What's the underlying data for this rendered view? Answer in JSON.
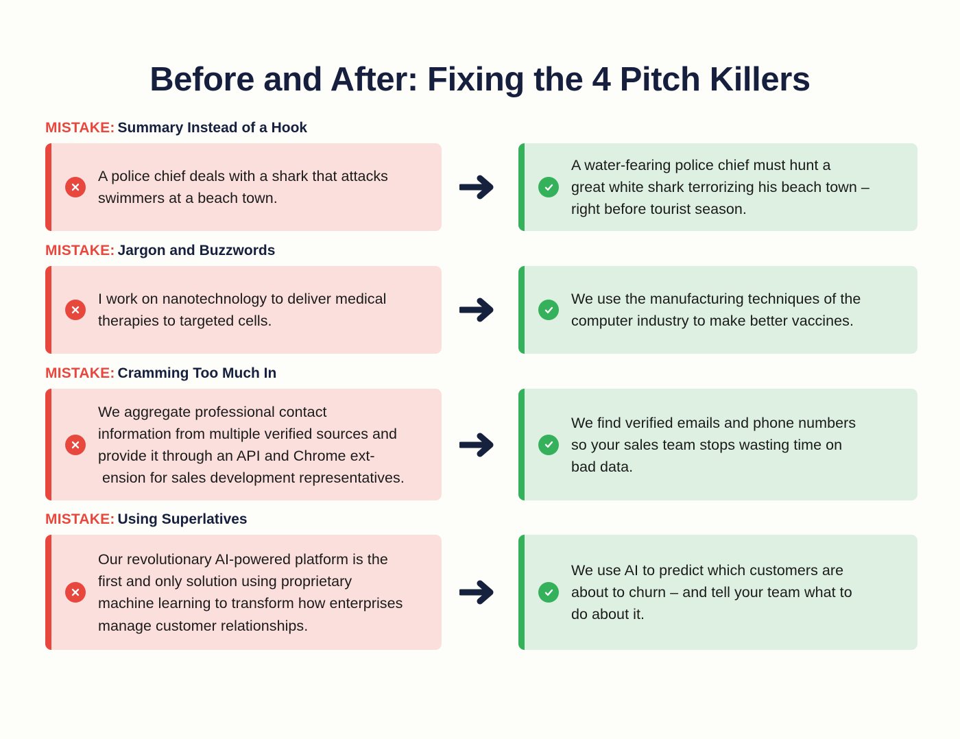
{
  "title": "Before and After: Fixing the 4 Pitch Killers",
  "colors": {
    "background": "#fdfdfa",
    "title_text": "#161f3d",
    "mistake_red": "#e8473e",
    "before_card_bg": "#fbdfdd",
    "before_bar": "#e8473e",
    "after_card_bg": "#ddf0e1",
    "after_bar": "#35b05b",
    "arrow": "#16213e",
    "body_text": "#1a1a1a"
  },
  "labels": {
    "mistake_prefix": "MISTAKE:",
    "x_icon": "circle-x-icon",
    "check_icon": "circle-check-icon",
    "arrow_icon": "arrow-right-icon"
  },
  "rows": [
    {
      "topic": "Summary Instead of a Hook",
      "before": {
        "text": "A police chief deals with a shark that attacks swimmers at a beach town.",
        "lines": [
          "A police chief deals with a shark that attacks",
          "swimmers at a beach town."
        ]
      },
      "after": {
        "text": "A water-fearing police chief must hunt a great white shark terrorizing his beach town – right before tourist season.",
        "lines": [
          "A water-fearing police chief must hunt a",
          "great white shark terrorizing his beach town –",
          "right before tourist season."
        ]
      }
    },
    {
      "topic": "Jargon and Buzzwords",
      "before": {
        "text": "I work on nanotechnology to deliver medical therapies to targeted cells.",
        "lines": [
          "I work on nanotechnology to deliver medical",
          "therapies to targeted cells."
        ]
      },
      "after": {
        "text": "We use the manufacturing techniques of the computer industry to make better vaccines.",
        "lines": [
          "We use the manufacturing techniques of the",
          "computer industry to make better vaccines."
        ]
      }
    },
    {
      "topic": "Cramming Too Much In",
      "before": {
        "text": "We aggregate professional contact information from multiple verified sources and provide it through an API and Chrome extension for sales development representatives.",
        "lines": [
          "We aggregate professional contact",
          "information from multiple verified sources and",
          "provide it through an API and Chrome ext-",
          " ension for sales development representatives."
        ]
      },
      "after": {
        "text": "We find verified emails and phone numbers so your sales team stops wasting time on bad data.",
        "lines": [
          "We find verified emails and phone numbers",
          "so your sales team stops wasting time on",
          "bad data."
        ]
      }
    },
    {
      "topic": "Using Superlatives",
      "before": {
        "text": "Our revolutionary AI-powered platform is the first and only solution using proprietary machine learning to transform how enterprises manage customer relationships.",
        "lines": [
          "Our revolutionary AI-powered platform is the",
          "first and only solution using proprietary",
          "machine learning to transform how enterprises",
          "manage customer relationships."
        ]
      },
      "after": {
        "text": "We use AI to predict which customers are about to churn – and tell your team what to do about it.",
        "lines": [
          "We use AI to predict which customers are",
          "about to churn – and tell your team what to",
          "do about it."
        ]
      }
    }
  ]
}
